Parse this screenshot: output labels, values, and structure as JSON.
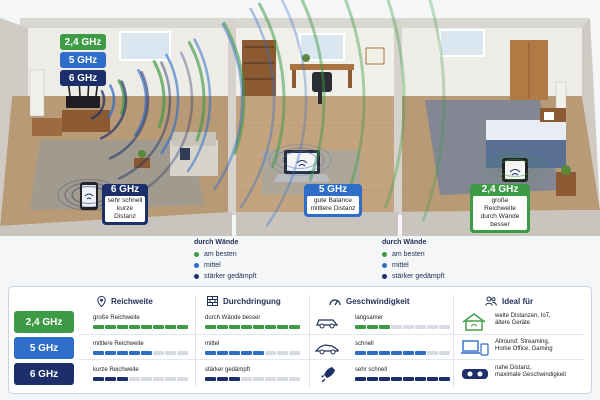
{
  "bands": {
    "ghz24": {
      "label": "2,4 GHz",
      "color": "#3d9a45"
    },
    "ghz5": {
      "label": "5 GHz",
      "color": "#2e6ec8"
    },
    "ghz6": {
      "label": "6 GHz",
      "color": "#1c2f6b"
    }
  },
  "rooms": {
    "left": {
      "band": "6 GHz",
      "line1": "sehr schnell",
      "line2": "kurze Distanz"
    },
    "middle": {
      "band": "5 GHz",
      "line1": "gute Balance",
      "line2": "mittlere Distanz"
    },
    "right": {
      "band": "2,4 GHz",
      "line1": "große Reichweite",
      "line2": "durch Wände besser"
    }
  },
  "walls": [
    {
      "title": "durch Wände",
      "items": [
        {
          "label": "am besten",
          "color": "#3d9a45"
        },
        {
          "label": "mittel",
          "color": "#2e6ec8"
        },
        {
          "label": "stärker gedämpft",
          "color": "#1c2f6b"
        }
      ]
    },
    {
      "title": "durch Wände",
      "items": [
        {
          "label": "am besten",
          "color": "#3d9a45"
        },
        {
          "label": "mittel",
          "color": "#2e6ec8"
        },
        {
          "label": "stärker gedämpft",
          "color": "#1c2f6b"
        }
      ]
    }
  ],
  "table": {
    "headers": {
      "range": "Reichweite",
      "penetration": "Durchdringung",
      "speed": "Geschwindigkeit",
      "ideal": "Ideal für"
    },
    "rows": [
      {
        "band": "2,4 GHz",
        "color": "#3d9a45",
        "range": {
          "text": "große Reichweite",
          "level": 8
        },
        "penetration": {
          "text": "durch Wände besser",
          "level": 8
        },
        "speed": {
          "text": "langsamer",
          "level": 3
        },
        "ideal_line1": "weite Distanzen, IoT,",
        "ideal_line2": "ältere Geräte"
      },
      {
        "band": "5 GHz",
        "color": "#2e6ec8",
        "range": {
          "text": "mittlere Reichweite",
          "level": 5
        },
        "penetration": {
          "text": "mittel",
          "level": 5
        },
        "speed": {
          "text": "schnell",
          "level": 6
        },
        "ideal_line1": "Allround: Streaming,",
        "ideal_line2": "Home Office, Gaming"
      },
      {
        "band": "6 GHz",
        "color": "#1c2f6b",
        "range": {
          "text": "kurze Reichweite",
          "level": 3
        },
        "penetration": {
          "text": "stärker gedämpft",
          "level": 3
        },
        "speed": {
          "text": "sehr schnell",
          "level": 8
        },
        "ideal_line1": "nahe Distanz,",
        "ideal_line2": "maximale Geschwindigkeit"
      }
    ]
  }
}
